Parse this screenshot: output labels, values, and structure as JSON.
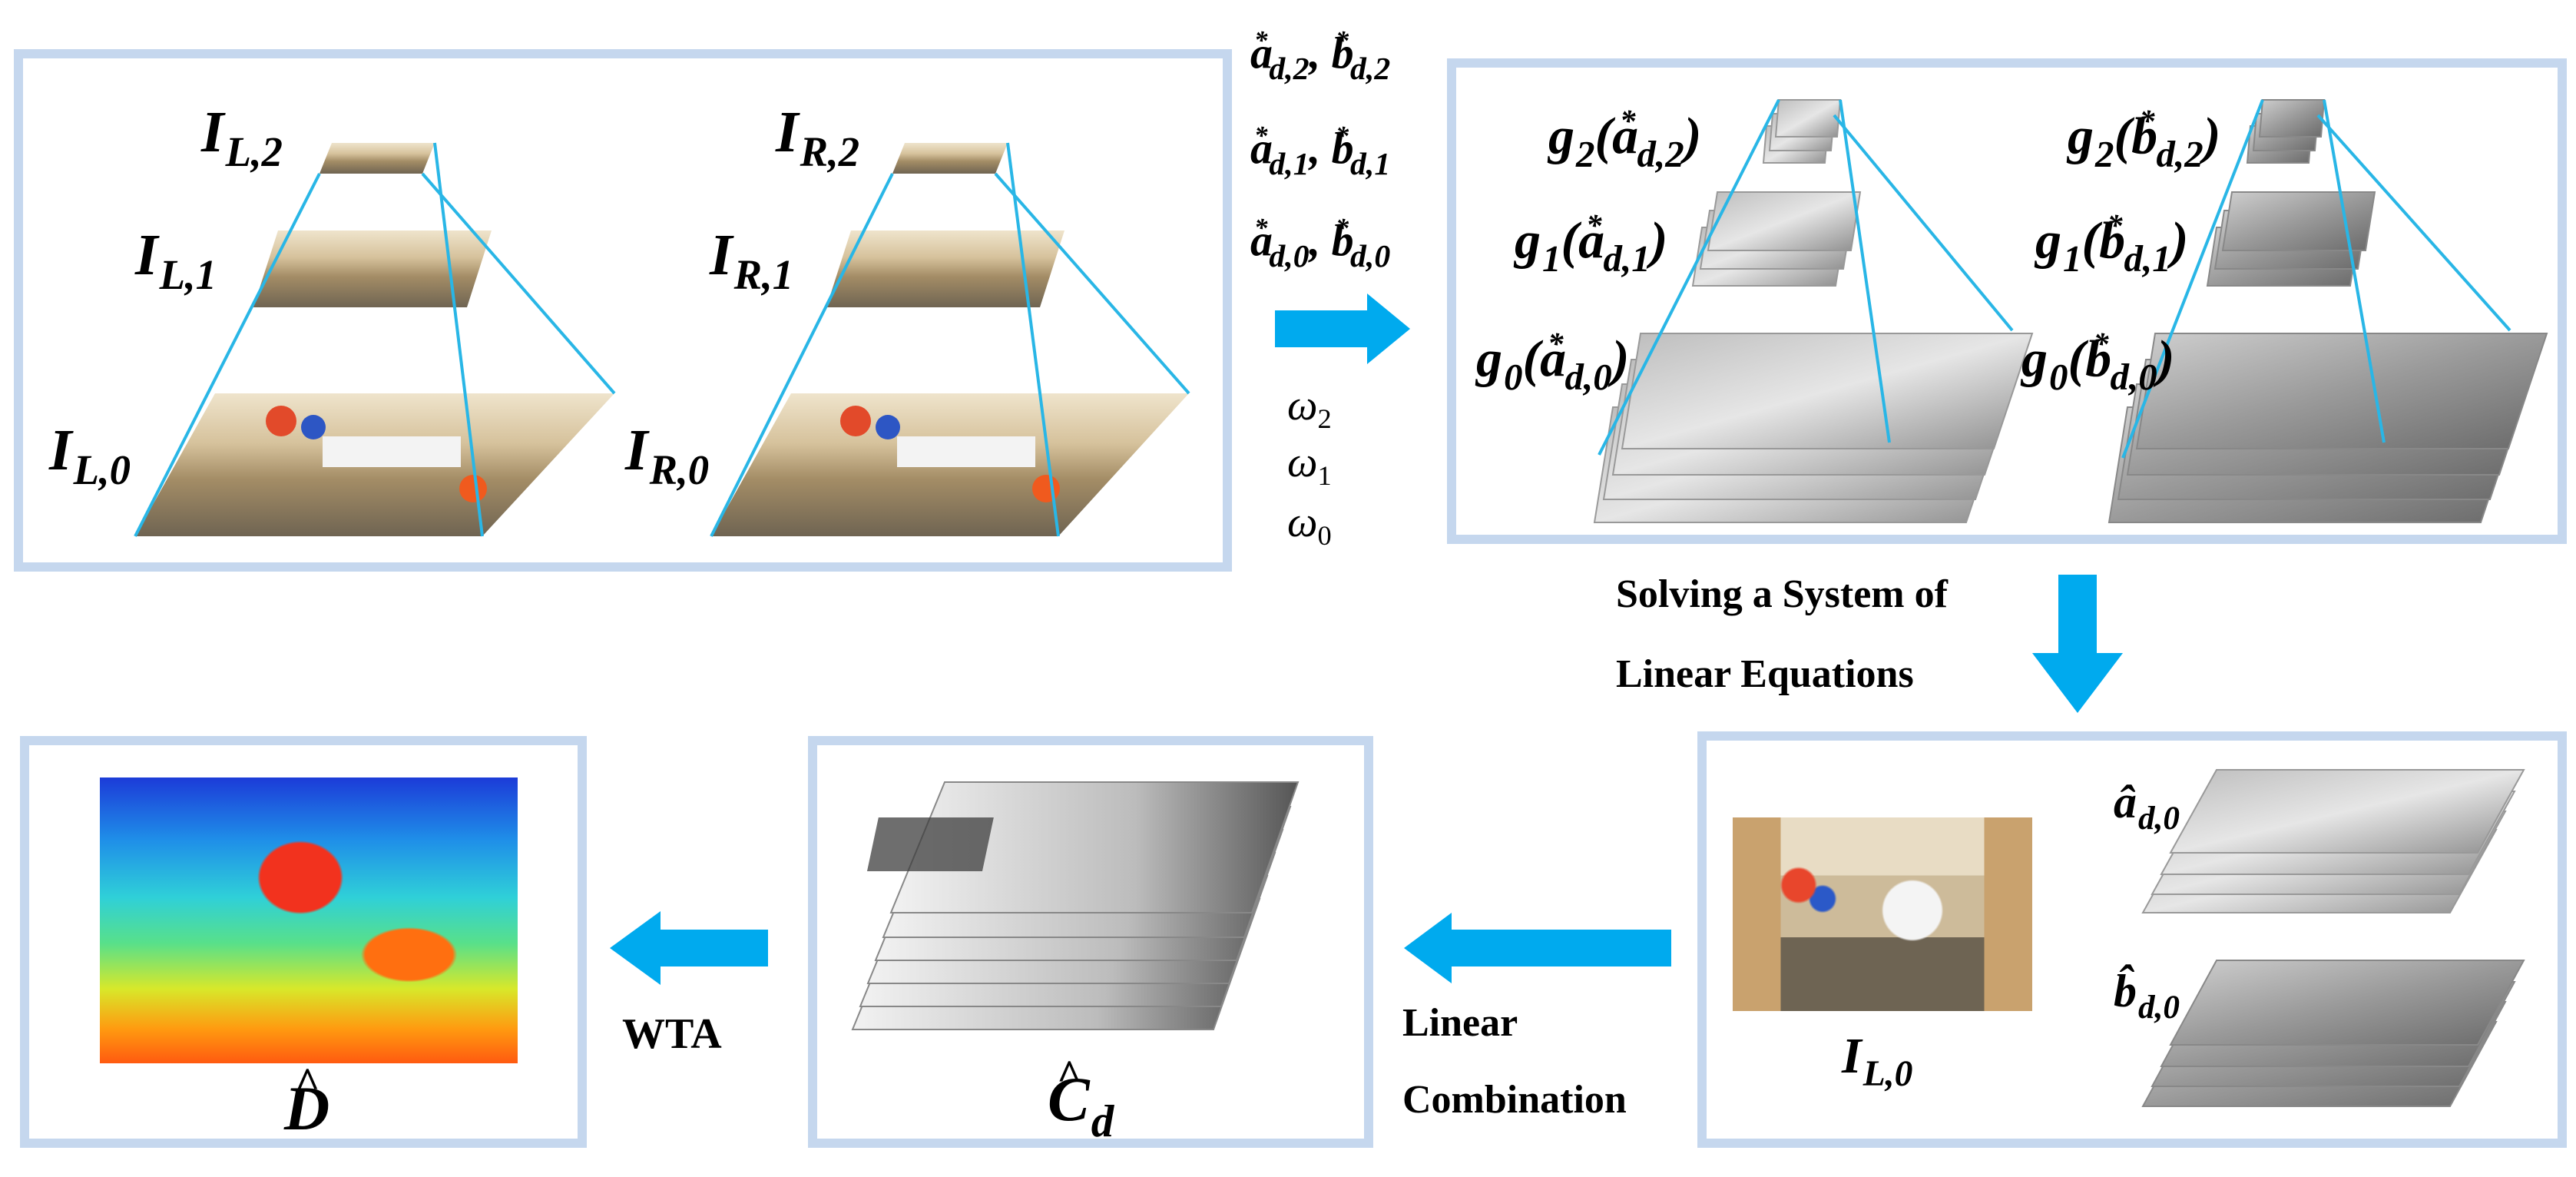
{
  "colors": {
    "panel_border": "#c5d7ee",
    "arrow": "#00aaee",
    "pyramid_line": "#29b6e6"
  },
  "top_left_panel": {
    "left_pyramid": {
      "base": "I",
      "subs": [
        "L,2",
        "L,1",
        "L,0"
      ]
    },
    "right_pyramid": {
      "base": "I",
      "subs": [
        "R,2",
        "R,1",
        "R,0"
      ]
    }
  },
  "middle_params": {
    "pairs": [
      {
        "a_sub": "d,2",
        "b_sub": "d,2"
      },
      {
        "a_sub": "d,1",
        "b_sub": "d,1"
      },
      {
        "a_sub": "d,0",
        "b_sub": "d,0"
      }
    ],
    "omegas": [
      {
        "base": "ω",
        "sub": "2"
      },
      {
        "base": "ω",
        "sub": "1"
      },
      {
        "base": "ω",
        "sub": "0"
      }
    ]
  },
  "top_right_panel": {
    "left_labels": [
      {
        "fn": "g",
        "fn_sub": "2",
        "var": "a",
        "var_sub": "d,2"
      },
      {
        "fn": "g",
        "fn_sub": "1",
        "var": "a",
        "var_sub": "d,1"
      },
      {
        "fn": "g",
        "fn_sub": "0",
        "var": "a",
        "var_sub": "d,0"
      }
    ],
    "right_labels": [
      {
        "fn": "g",
        "fn_sub": "2",
        "var": "b",
        "var_sub": "d,2"
      },
      {
        "fn": "g",
        "fn_sub": "1",
        "var": "b",
        "var_sub": "d,1"
      },
      {
        "fn": "g",
        "fn_sub": "0",
        "var": "b",
        "var_sub": "d,0"
      }
    ]
  },
  "steps": {
    "solve_line1": "Solving a System of",
    "solve_line2": "Linear Equations",
    "combine_line1": "Linear",
    "combine_line2": "Combination",
    "wta": "WTA"
  },
  "bottom_right_panel": {
    "image_label_base": "I",
    "image_label_sub": "L,0",
    "a_hat_sub": "d,0",
    "b_hat_sub": "d,0"
  },
  "bottom_middle_panel": {
    "label_base": "C",
    "label_sub": "d"
  },
  "bottom_left_panel": {
    "label": "D"
  }
}
